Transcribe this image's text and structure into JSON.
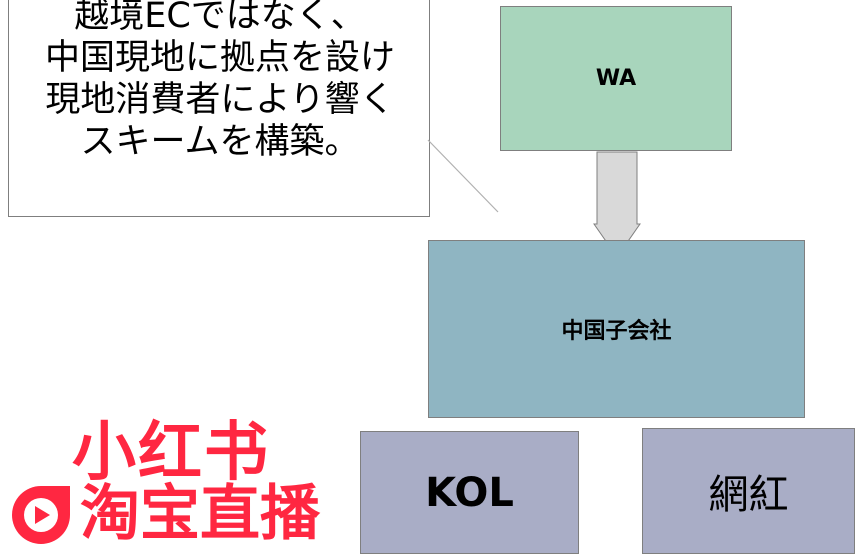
{
  "callout": {
    "lines": [
      "越境ECではなく、",
      "中国現地に拠点を設け",
      "現地消費者により響く",
      "スキームを構築。"
    ]
  },
  "nodes": {
    "wa": "WA",
    "subsidiary": "中国子会社",
    "kol": "KOL",
    "wanghong": "網紅"
  },
  "logos": {
    "xiaohongshu": "小红书",
    "taobao_live": "淘宝直播"
  },
  "colors": {
    "wa": "#a8d5bc",
    "subsidiary": "#8fb5c2",
    "channel": "#a9adc6",
    "arrow": "#d9d9d9",
    "logo": "#ff2741"
  }
}
